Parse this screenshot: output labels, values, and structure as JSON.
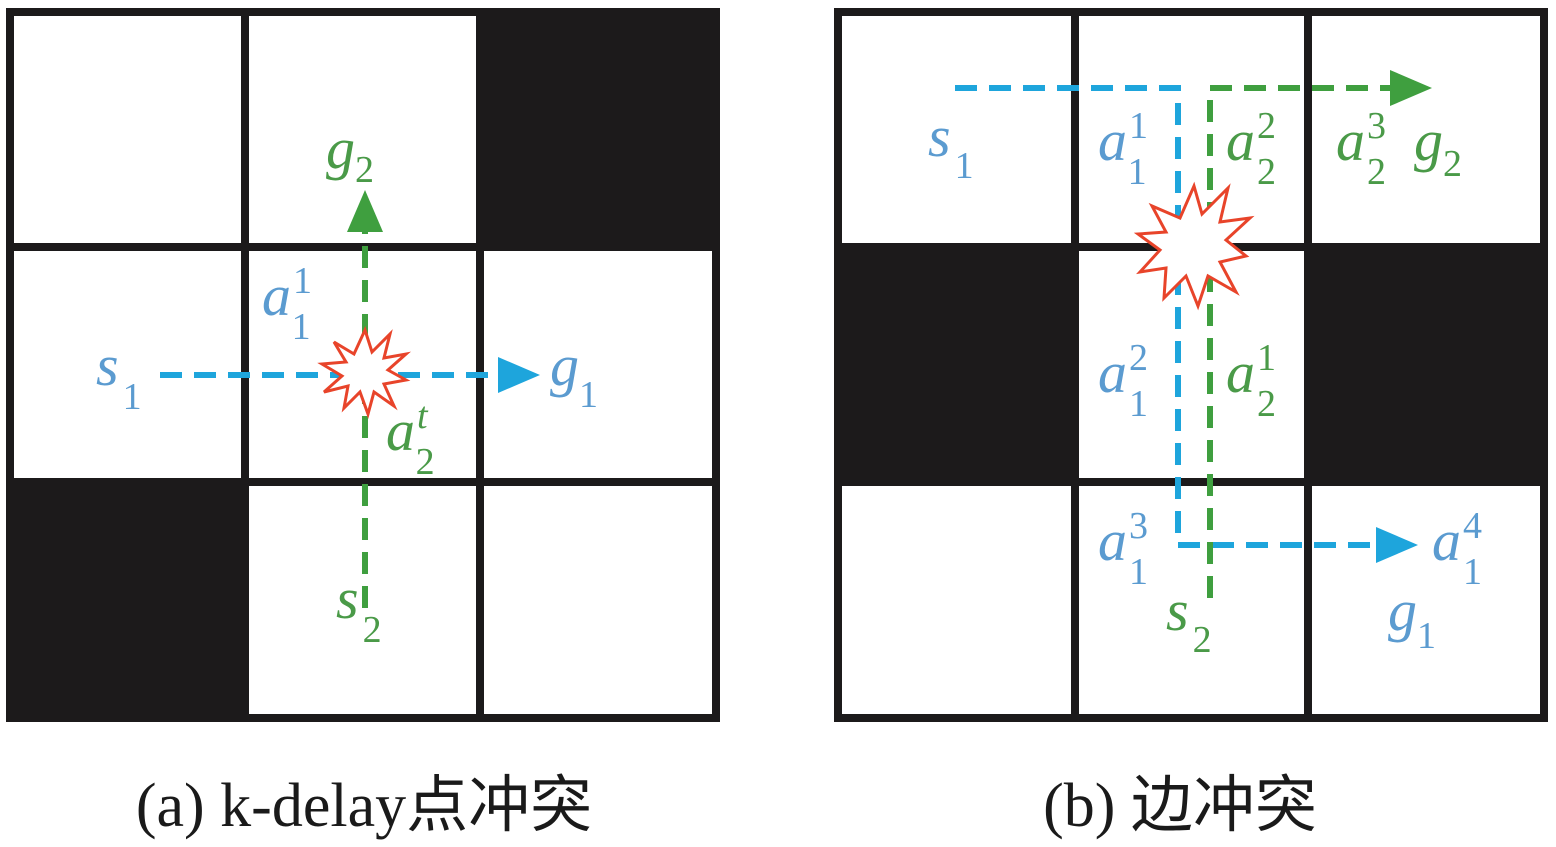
{
  "colors": {
    "blue_path": "#1ea5dc",
    "green_path": "#3f9f3f",
    "blue_text": "#5b9bd0",
    "green_text": "#4a9a48",
    "conflict": "#e8442a",
    "obstacle": "#1c1a1b",
    "grid_line": "#1c1a1b"
  },
  "panel_a": {
    "caption": "(a) k-delay点冲突",
    "grid": [
      [
        0,
        0,
        1
      ],
      [
        0,
        0,
        0
      ],
      [
        1,
        0,
        0
      ]
    ],
    "labels": {
      "s1": {
        "base": "s",
        "sub": "1"
      },
      "g1": {
        "base": "g",
        "sub": "1"
      },
      "s2": {
        "base": "s",
        "sub": "2"
      },
      "g2": {
        "base": "g",
        "sub": "2"
      },
      "a11": {
        "base": "a",
        "sup": "1",
        "sub": "1"
      },
      "a2t": {
        "base": "a",
        "sup": "t",
        "sub": "2"
      }
    }
  },
  "panel_b": {
    "caption": "(b) 边冲突",
    "grid": [
      [
        0,
        0,
        0
      ],
      [
        1,
        0,
        1
      ],
      [
        0,
        0,
        0
      ]
    ],
    "labels": {
      "s1": {
        "base": "s",
        "sub": "1"
      },
      "g1": {
        "base": "g",
        "sub": "1"
      },
      "s2": {
        "base": "s",
        "sub": "2"
      },
      "g2": {
        "base": "g",
        "sub": "2"
      },
      "a11": {
        "base": "a",
        "sup": "1",
        "sub": "1"
      },
      "a12": {
        "base": "a",
        "sup": "2",
        "sub": "1"
      },
      "a13": {
        "base": "a",
        "sup": "3",
        "sub": "1"
      },
      "a14": {
        "base": "a",
        "sup": "4",
        "sub": "1"
      },
      "a21": {
        "base": "a",
        "sup": "1",
        "sub": "2"
      },
      "a22": {
        "base": "a",
        "sup": "2",
        "sub": "2"
      },
      "a23": {
        "base": "a",
        "sup": "3",
        "sub": "2"
      }
    }
  }
}
